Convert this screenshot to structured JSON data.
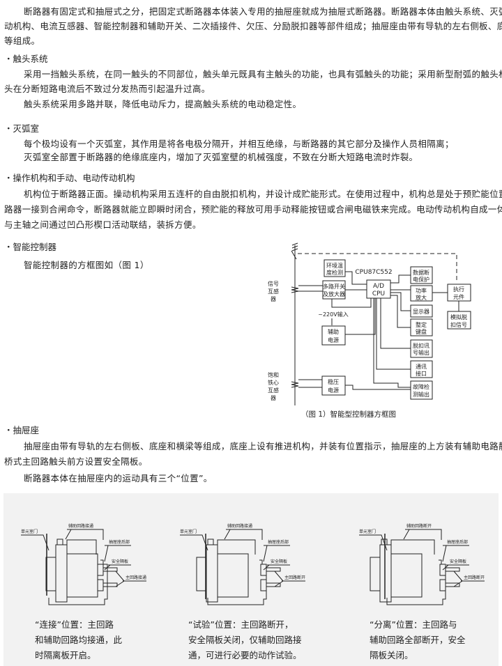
{
  "intro": [
    "断路器有固定式和抽屉式之分，把固定式断路器本体装入专用的抽屉座就成为抽屉式断路器。断路器本体由触头系统、灭弧系统、操",
    "动机构、电流互感器、智能控制器和辅助开关、二次插接件、欠压、分励脱扣器等部件组成；抽屉座由带有导轨的左右侧板、底座和横梁",
    "等组成。"
  ],
  "sections": [
    {
      "heading": "・触头系统",
      "lines": [
        "采用一挡触头系统，在同一触头的不同部位，触头单元既具有主触头的功能，也具有弧触头的功能；采用新型耐弧的触头材料，使触",
        "头在分断短路电流后不致过分发热而引起温升过高。",
        "触头系统采用多路并联，降低电动斥力，提高触头系统的电动稳定性。"
      ]
    },
    {
      "heading": "・灭弧室",
      "lines": [
        "每个极均设有一个灭弧室，其作用是将各电极分隔开，并相互绝缘，与断路器的其它部分及操作人员相隔离；",
        "灭弧室全部置于断路器的绝缘底座内，增加了灭弧室壁的机械强度，不致在分断大短路电流时炸裂。"
      ]
    },
    {
      "heading": "・操作机构和手动、电动传动机构",
      "lines": [
        "机构位于断路器正面。操动机构采用五连杆的自由脱扣机构，并设计成贮能形式。在使用过程中，机构总是处于预贮能位置，只要断",
        "路器一接到合闸命令，断路器就能立即瞬时闭合，预贮能的释放可用手动释能按钮或合闸电磁铁来完成。电动传动机构自成一体，贮能轴",
        "与主轴之间通过凹凸形楔口活动联结，装拆方便。"
      ]
    },
    {
      "heading": "・智能控制器",
      "lines": [
        "智能控制器的方框图如（图 1）"
      ]
    },
    {
      "heading": "・抽屉座",
      "lines": [
        "抽屉座由带有导轨的左右侧板、底座和横梁等组成，底座上设有推进机构，并装有位置指示，抽屉座的上方装有辅助电路静隔离触头。",
        "桥式主回路触头前方设置安全隔板。",
        "断路器本体在抽屉座内的运动具有三个“位置”。"
      ]
    }
  ],
  "diagram": {
    "env": [
      "环境温",
      "度检测"
    ],
    "mux": [
      "多路开关",
      "及放大器"
    ],
    "cpu": [
      "A/D",
      "CPU"
    ],
    "cpu_model": "CPU87C552",
    "data_prot": [
      "数据断",
      "电保护"
    ],
    "power_amp": [
      "功率",
      "放大"
    ],
    "display": "显示器",
    "keypad": [
      "整定",
      "键盘"
    ],
    "trip_out": [
      "脱扣讯",
      "号输出"
    ],
    "comm": [
      "通讯",
      "接口"
    ],
    "fault_out": [
      "故障检",
      "测输出"
    ],
    "actuator": [
      "执行",
      "元件"
    ],
    "sim_trip": [
      "模拟脱",
      "扣信号"
    ],
    "aux_power": [
      "辅助",
      "电源"
    ],
    "reg_power": [
      "稳压",
      "电源"
    ],
    "input": "~220V输入",
    "sig_ct": [
      "信号",
      "互感",
      "器"
    ],
    "sat_ct": [
      "饱和",
      "铁心",
      "互感",
      "器"
    ],
    "caption": "（图 1）智能型控制器方框图"
  },
  "positions": [
    {
      "labels": {
        "door": "单元室门",
        "aux": "辅助回路接通",
        "rear": "抽屉座后部",
        "shutter": "安全隔板",
        "main": "主回路接通"
      },
      "caption": [
        "“连接”位置：主回路",
        "和辅助回路均接通，此",
        "时隔离板开启。"
      ]
    },
    {
      "labels": {
        "door": "单元室门",
        "aux": "辅助回路接通",
        "rear": "抽屉座后部",
        "shutter": "安全隔板",
        "main": "主回路断开"
      },
      "caption": [
        "“试验”位置：主回路断开，",
        "安全隔板关闭，仅辅助回路接",
        "通，可进行必要的动作试验。"
      ]
    },
    {
      "labels": {
        "door": "单元室门",
        "aux": "辅助回路断开",
        "rear": "抽屉座后部",
        "shutter": "安全隔板",
        "main": "主回路断开"
      },
      "caption": [
        "“分离”位置：主回路与",
        "辅助回路全部断开，安全",
        "隔板关闭。"
      ]
    }
  ]
}
